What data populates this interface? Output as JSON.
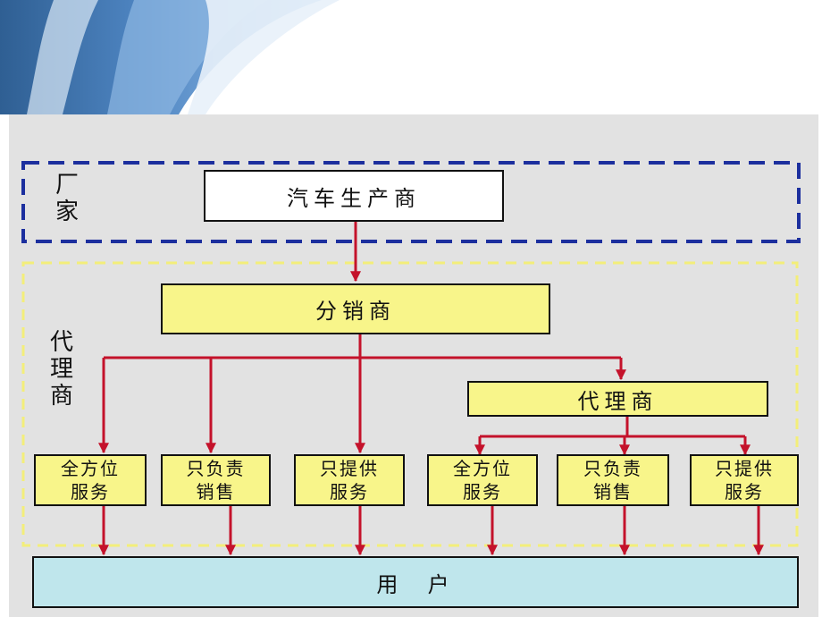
{
  "groups": {
    "factory_label": "厂\n家",
    "agent_label": "代\n理\n商"
  },
  "nodes": {
    "manufacturer": "汽车生产商",
    "distributor": "分销商",
    "agent": "代理商",
    "leaves": [
      "全方位\n服务",
      "只负责\n销售",
      "只提供\n服务",
      "全方位\n服务",
      "只负责\n销售",
      "只提供\n服务"
    ],
    "user": "用  户"
  },
  "colors": {
    "arrow": "#c4122b",
    "factory_border": "#1c2f9e",
    "agent_border": "#f3ee7a",
    "yellow_fill": "#f8f58a",
    "user_fill": "#bfe6ec"
  }
}
